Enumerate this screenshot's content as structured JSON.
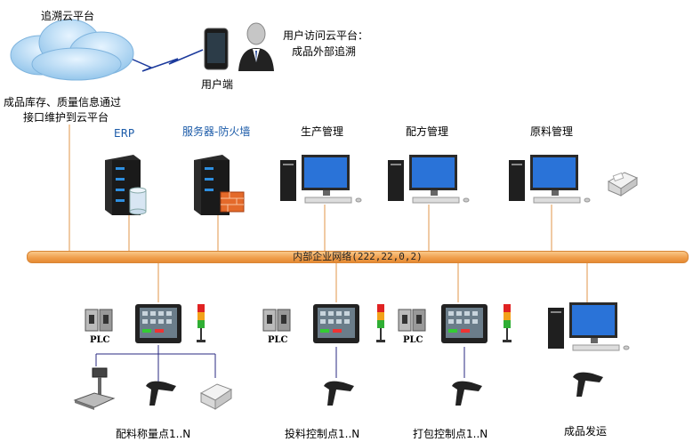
{
  "cloud": {
    "title": "追溯云平台",
    "interface_note_line1": "成品库存、质量信息通过",
    "interface_note_line2": "接口维护到云平台"
  },
  "user": {
    "device_label": "用户端",
    "access_line1": "用户访问云平台：",
    "access_line2": "成品外部追溯"
  },
  "systems": {
    "erp": "ERP",
    "server": "服务器-防火墙",
    "production": "生产管理",
    "recipe": "配方管理",
    "material": "原料管理"
  },
  "network": {
    "label": "内部企业网络(222,22,0,2)"
  },
  "stations": {
    "weighing": {
      "plc": "PLC",
      "label": "配料称量点1..N"
    },
    "feeding": {
      "plc": "PLC",
      "label": "投料控制点1..N"
    },
    "packing": {
      "plc": "PLC",
      "label": "打包控制点1..N"
    },
    "shipping": {
      "label": "成品发运"
    }
  },
  "colors": {
    "bus": "#f0a04e",
    "line": "#e09448",
    "label_blue": "#1a5aa8",
    "cloud": "#a9d4f2"
  },
  "icons": [
    "cloud-icon",
    "tablet-icon",
    "user-icon",
    "server-icon",
    "database-icon",
    "firewall-icon",
    "desktop-computer-icon",
    "label-printer-icon",
    "plc-icon",
    "hmi-panel-icon",
    "signal-tower-icon",
    "platform-scale-icon",
    "barcode-scanner-icon"
  ]
}
